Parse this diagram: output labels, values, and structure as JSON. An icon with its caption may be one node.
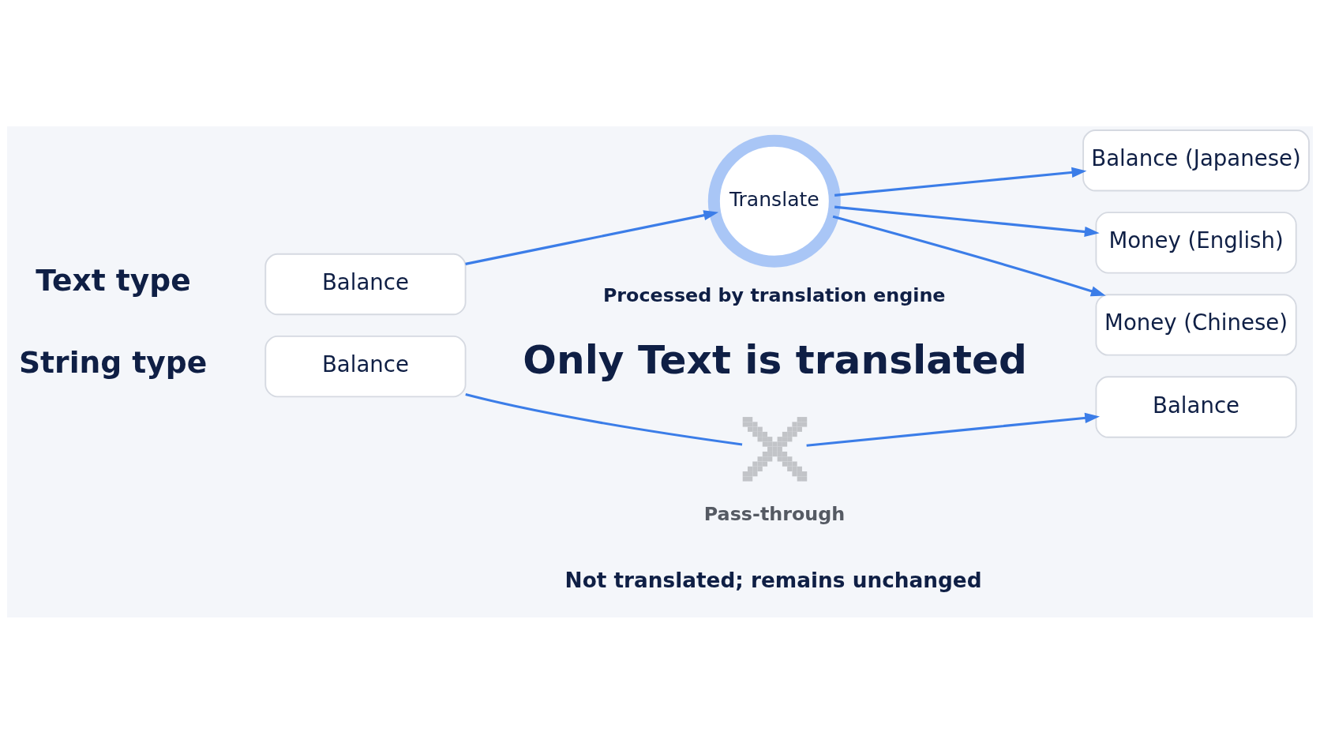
{
  "diagram": {
    "nodes": [
      {
        "text": [
          "Balance"
        ]
      },
      {
        "text": [
          "Translate"
        ],
        "beside": [
          "Processed by translation engine"
        ]
      },
      {
        "text": [
          "Balance (Japanese)"
        ]
      },
      {
        "text": [
          "Money (English)"
        ]
      },
      {
        "text": [
          "Money (Chinese)"
        ]
      },
      {
        "text": [
          "Balance"
        ]
      },
      {
        "text": [],
        "shape": "cross",
        "beside": [
          "Pass-through"
        ]
      },
      {
        "text": [
          "Balance"
        ]
      }
    ],
    "edges": [
      {
        "from": 0,
        "to": 1,
        "arrow": "to"
      },
      {
        "from": 1,
        "to": 2,
        "arrow": "to"
      },
      {
        "from": 1,
        "to": 3,
        "arrow": "to"
      },
      {
        "from": 1,
        "to": 4,
        "arrow": "to"
      },
      {
        "from": 5,
        "to": 6,
        "arrow": "none"
      },
      {
        "from": 6,
        "to": 7,
        "arrow": "to"
      }
    ],
    "labels": [
      "Text type",
      "Only Text is translated",
      "String type",
      "Not translated; remains unchanged"
    ]
  }
}
